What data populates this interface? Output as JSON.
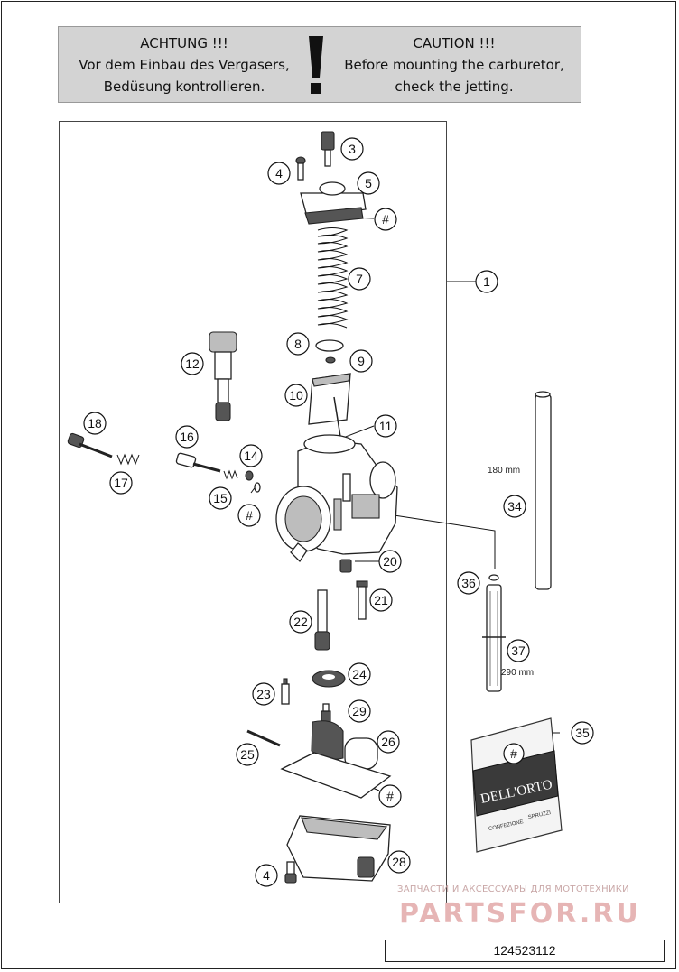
{
  "warning": {
    "de_line1": "ACHTUNG !!!",
    "de_line2": "Vor dem Einbau des Vergasers,",
    "de_line3": "Bedüsung kontrollieren.",
    "en_line1": "CAUTION !!!",
    "en_line2": "Before mounting the carburetor,",
    "en_line3": "check the jetting."
  },
  "callouts": {
    "c1": "1",
    "c3": "3",
    "c4a": "4",
    "c5": "5",
    "c_hash_a": "#",
    "c7": "7",
    "c8": "8",
    "c9": "9",
    "c10": "10",
    "c11": "11",
    "c12": "12",
    "c14": "14",
    "c15": "15",
    "c16": "16",
    "c17": "17",
    "c18": "18",
    "c_hash_b": "#",
    "c20": "20",
    "c21": "21",
    "c22": "22",
    "c23": "23",
    "c24": "24",
    "c25": "25",
    "c26": "26",
    "c_hash_c": "#",
    "c28": "28",
    "c29": "29",
    "c4b": "4",
    "c34": "34",
    "c35": "35",
    "c36": "36",
    "c37": "37",
    "c_hash_d": "#"
  },
  "dimensions": {
    "hose_34_length": "180 mm",
    "hose_37_length": "290 mm"
  },
  "packet": {
    "brand": "DELL'ORTO",
    "line1": "CONFEZIONE",
    "line2": "SPRUZZI"
  },
  "watermark": {
    "line1": "ЗАПЧАСТИ И АКСЕССУАРЫ ДЛЯ МОТОТЕХНИКИ",
    "logo": "PARTSFOR.RU"
  },
  "doc_code": "124523112"
}
